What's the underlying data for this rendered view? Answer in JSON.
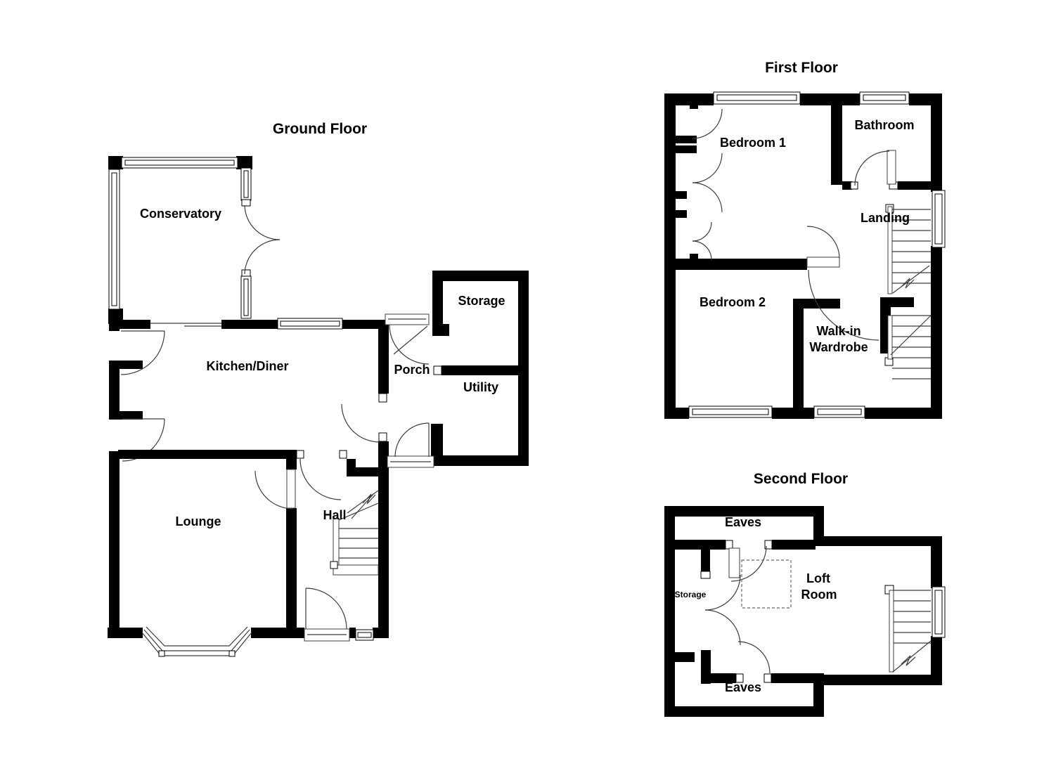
{
  "page": {
    "background": "#ffffff",
    "wall_color": "#000000",
    "line_color": "#3c3c3c"
  },
  "floors": [
    {
      "title": "Ground Floor",
      "rooms": [
        {
          "name": "conservatory",
          "label": "Conservatory"
        },
        {
          "name": "kitchen-diner",
          "label": "Kitchen/Diner"
        },
        {
          "name": "storage",
          "label": "Storage"
        },
        {
          "name": "porch",
          "label": "Porch"
        },
        {
          "name": "utility",
          "label": "Utility"
        },
        {
          "name": "lounge",
          "label": "Lounge"
        },
        {
          "name": "hall",
          "label": "Hall"
        }
      ]
    },
    {
      "title": "First Floor",
      "rooms": [
        {
          "name": "bedroom-1",
          "label": "Bedroom 1"
        },
        {
          "name": "bathroom",
          "label": "Bathroom"
        },
        {
          "name": "landing",
          "label": "Landing"
        },
        {
          "name": "bedroom-2",
          "label": "Bedroom 2"
        },
        {
          "name": "walk-in-wardrobe",
          "label": "Walk-in Wardrobe",
          "lines": [
            "Walk-in",
            "Wardrobe"
          ]
        }
      ]
    },
    {
      "title": "Second Floor",
      "rooms": [
        {
          "name": "eaves-top",
          "label": "Eaves"
        },
        {
          "name": "storage",
          "label": "Storage"
        },
        {
          "name": "loft-room",
          "label": "Loft Room",
          "lines": [
            "Loft",
            "Room"
          ]
        },
        {
          "name": "eaves-bottom",
          "label": "Eaves"
        }
      ]
    }
  ]
}
